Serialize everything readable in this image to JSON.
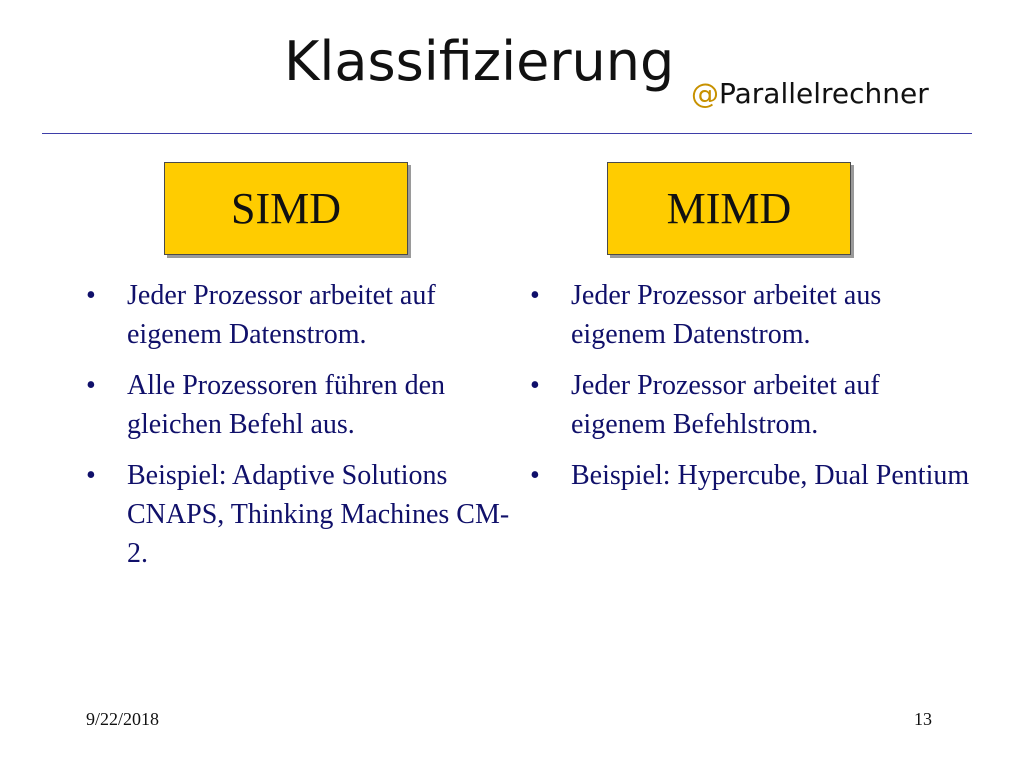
{
  "slide": {
    "title": "Klassifizierung",
    "subtitle_at": "@",
    "subtitle_text": "Parallelrechner"
  },
  "columns": [
    {
      "heading": "SIMD",
      "bullets": [
        "Jeder Prozessor arbeitet auf eigenem Datenstrom.",
        "Alle Prozessoren führen den gleichen Befehl aus.",
        "Beispiel: Adaptive Solutions CNAPS, Thinking Machines CM-2."
      ]
    },
    {
      "heading": "MIMD",
      "bullets": [
        "Jeder Prozessor arbeitet aus eigenem Datenstrom.",
        "Jeder Prozessor arbeitet auf eigenem Befehlstrom.",
        "Beispiel: Hypercube, Dual Pentium"
      ]
    }
  ],
  "footer": {
    "date": "9/22/2018",
    "page": "13"
  },
  "colors": {
    "box_fill": "#ffcc00",
    "bullet_text": "#10106a",
    "rule": "#3e3ea8",
    "at_sign": "#c79100"
  }
}
